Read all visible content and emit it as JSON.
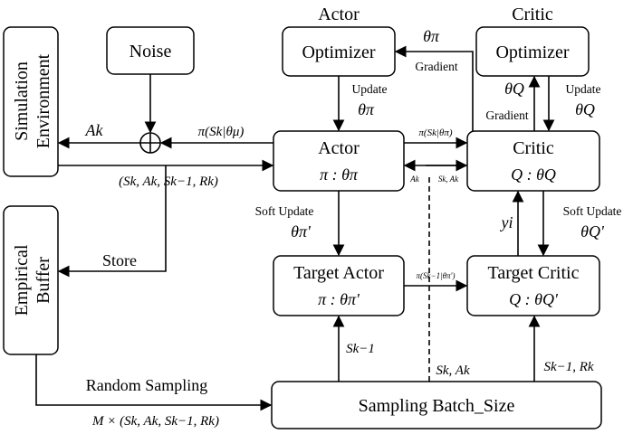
{
  "headers": {
    "actor": "Actor",
    "critic": "Critic"
  },
  "boxes": {
    "simulation_environment": [
      "Simulation",
      "Environment"
    ],
    "noise": "Noise",
    "actor_optimizer": "Optimizer",
    "critic_optimizer": "Optimizer",
    "actor": {
      "title": "Actor",
      "formula": "π : θπ"
    },
    "critic": {
      "title": "Critic",
      "formula": "Q : θQ"
    },
    "empirical_buffer": [
      "Empirical",
      "Buffer"
    ],
    "target_actor": {
      "title": "Target Actor",
      "formula": "π : θπ'"
    },
    "target_critic": {
      "title": "Target Critic",
      "formula": "Q : θQ'"
    },
    "sampling_batch": "Sampling Batch_Size"
  },
  "labels": {
    "theta_pi_gradient_symbol": "θπ",
    "gradient_top": "Gradient",
    "gradient_critic": "Gradient",
    "theta_q_gradient": "θQ",
    "update_actor": "Update",
    "update_actor_theta": "θπ",
    "update_critic": "Update",
    "update_critic_theta": "θQ",
    "a_k": "Ak",
    "policy_noise": "π(Sk|θμ)",
    "transition": "(Sk, Ak, Sk−1, Rk)",
    "actor_to_critic": "π(Sk|θπ)",
    "critic_a_k": "Ak",
    "critic_s_a": "Sk, Ak",
    "soft_update_actor": "Soft Update",
    "soft_update_actor_theta": "θπ'",
    "soft_update_critic": "Soft Update",
    "soft_update_critic_theta": "θQ'",
    "y_i": "yi",
    "store": "Store",
    "target_policy": "π(Sk−1|θπ')",
    "s_k_minus_1": "Sk−1",
    "s_k_a_k": "Sk, Ak",
    "s_k_minus_1_r_k": "Sk−1, Rk",
    "random_sampling": "Random Sampling",
    "batch_formula": "M × (Sk, Ak, Sk−1, Rk)"
  }
}
